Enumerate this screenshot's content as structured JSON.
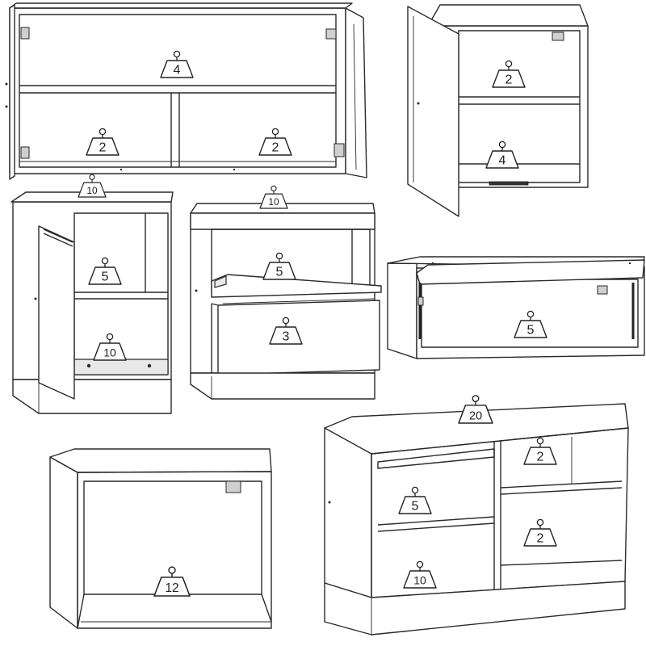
{
  "weight_badges": {
    "wall_long_upper_shelf": "4",
    "wall_long_left_shelf": "2",
    "wall_long_right_shelf": "2",
    "wall_tall_upper_shelf": "2",
    "wall_tall_bottom": "4",
    "base_door_top": "10",
    "base_door_shelf": "5",
    "base_door_bottom": "10",
    "base_drawer_top": "10",
    "base_drawer_shelf": "5",
    "base_drawer_drawer": "3",
    "wall_flap_bottom": "5",
    "wall_open_bottom": "12",
    "sideboard_top": "20",
    "sideboard_left_shelf": "5",
    "sideboard_left_bottom": "10",
    "sideboard_right_upper": "2",
    "sideboard_right_lower": "2"
  },
  "colors": {
    "line": "#2a2a2a",
    "background": "#ffffff",
    "shading": "#e8e8e8"
  }
}
